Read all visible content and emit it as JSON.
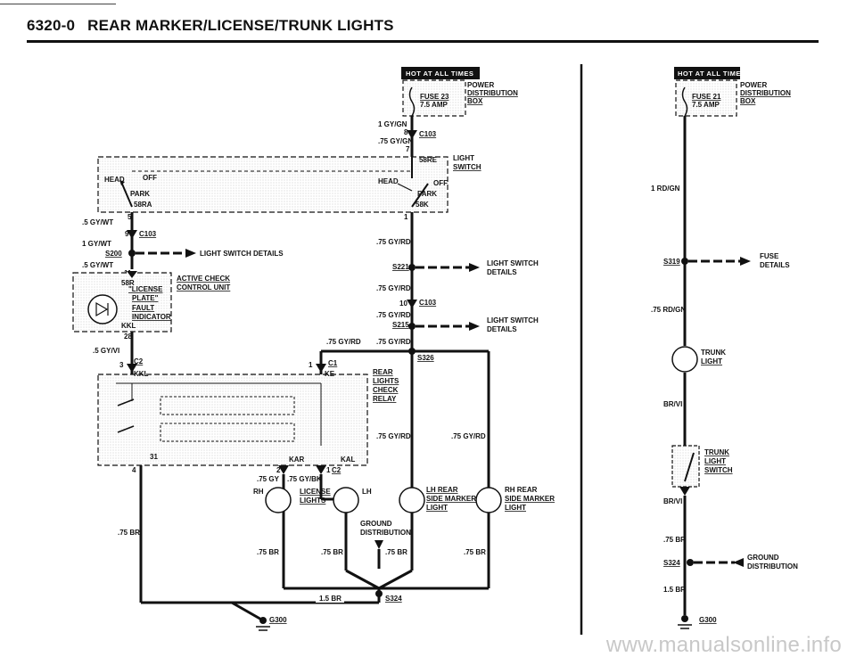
{
  "header": {
    "page_code": "6320-0",
    "title": "REAR MARKER/LICENSE/TRUNK LIGHTS"
  },
  "watermark": "www.manualsonline.info",
  "left_diagram": {
    "hot_label": "HOT AT ALL TIMES",
    "power_distribution": [
      "POWER",
      "DISTRIBUTION",
      "BOX"
    ],
    "fuse": [
      "FUSE 23",
      "7.5 AMP"
    ],
    "wire_1gygn": "1 GY/GN",
    "pin_8": "8",
    "c103_top": "C103",
    "wire_75gygn": ".75 GY/GN",
    "pin_7": "7",
    "light_switch": [
      "LIGHT",
      "SWITCH"
    ],
    "pin_58re": "58RE",
    "head_left": "HEAD",
    "off_left": "OFF",
    "park_left": "PARK",
    "pin_58ra": "58RA",
    "head_right": "HEAD",
    "off_right": "OFF",
    "park_right": "PARK",
    "pin_58k": "58K",
    "pin_5": "5",
    "pin_1": "1",
    "wire_5gywt": ".5 GY/WT",
    "pin_9": "9",
    "c103_mid": "C103",
    "wire_1gywt": "1 GY/WT",
    "s200": "S200",
    "ls_details_1": "LIGHT SWITCH DETAILS",
    "wire_5gywt_b": ".5 GY/WT",
    "pin_11": "11",
    "pin_58r": "58R",
    "active_check": [
      "ACTIVE CHECK",
      "CONTROL UNIT"
    ],
    "license_indicator": [
      "\"LICENSE",
      "PLATE\"",
      "FAULT",
      "INDICATOR"
    ],
    "pin_kkl_top": "KKL",
    "pin_28": "28",
    "wire_75gyrd_1": ".75 GY/RD",
    "s221": "S221",
    "ls_details_2": [
      "LIGHT SWITCH",
      "DETAILS"
    ],
    "wire_75gyrd_2": ".75 GY/RD",
    "pin_10": "10",
    "c103_low": "C103",
    "wire_75gyrd_3": ".75 GY/RD",
    "s215": "S215",
    "ls_details_3": [
      "LIGHT SWITCH",
      "DETAILS"
    ],
    "wire_75gyrd_4": ".75 GY/RD",
    "wire_75gyrd_5": ".75 GY/RD",
    "s326": "S326",
    "wire_5gyvi": ".5 GY/VI",
    "pin_3": "3",
    "c2_left": "C2",
    "pin_kkl": "KKL",
    "pin_1c": "1",
    "c1": "C1",
    "pin_ke": "KE",
    "rear_lights_relay": [
      "REAR",
      "LIGHTS",
      "CHECK",
      "RELAY"
    ],
    "pin_4": "4",
    "pin_31": "31",
    "pin_kar": "KAR",
    "pin_kal": "KAL",
    "pin_2": "2",
    "pin_1d": "1",
    "c2_right": "C2",
    "wire_75gy": ".75 GY",
    "wire_75gybk": ".75 GY/BK",
    "wire_75gyrd_6": ".75 GY/RD",
    "wire_75gyrd_7": ".75 GY/RD",
    "rh": "RH",
    "license_lights": [
      "LICENSE",
      "LIGHTS"
    ],
    "lh": "LH",
    "lh_rear": [
      "LH REAR",
      "SIDE MARKER",
      "LIGHT"
    ],
    "rh_rear": [
      "RH REAR",
      "SIDE MARKER",
      "LIGHT"
    ],
    "ground_dist": [
      "GROUND",
      "DISTRIBUTION"
    ],
    "wire_75br_a": ".75 BR",
    "wire_75br_b": ".75 BR",
    "wire_75br_c": ".75 BR",
    "wire_75br_d": ".75 BR",
    "wire_75br_e": ".75 BR",
    "wire_15br": "1.5 BR",
    "s324": "S324",
    "g300": "G300"
  },
  "right_diagram": {
    "hot_label": "HOT AT ALL TIMES",
    "power_distribution": [
      "POWER",
      "DISTRIBUTION",
      "BOX"
    ],
    "fuse": [
      "FUSE 21",
      "7.5 AMP"
    ],
    "wire_1rdgn": "1 RD/GN",
    "s319": "S319",
    "fuse_details": [
      "FUSE",
      "DETAILS"
    ],
    "wire_75rdgn": ".75 RD/GN",
    "trunk_light": [
      "TRUNK",
      "LIGHT"
    ],
    "wire_brvi": "BR/VI",
    "trunk_light_switch": [
      "TRUNK",
      "LIGHT",
      "SWITCH"
    ],
    "wire_brvi_2": "BR/VI",
    "wire_75br": ".75 BR",
    "s324": "S324",
    "ground_dist": [
      "GROUND",
      "DISTRIBUTION"
    ],
    "wire_15br": "1.5 BR",
    "g300": "G300"
  }
}
